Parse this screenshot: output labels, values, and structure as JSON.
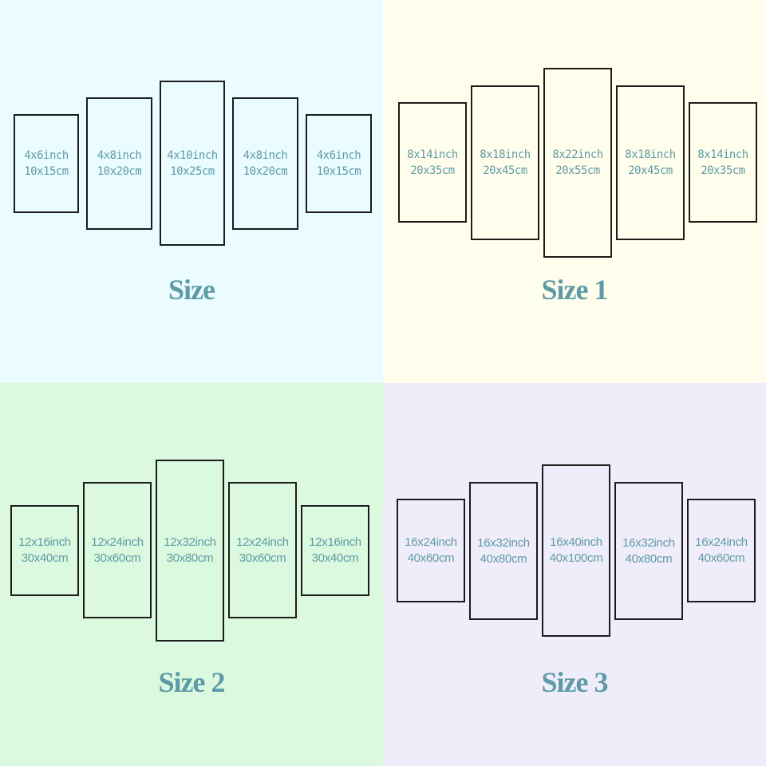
{
  "quadrants": [
    {
      "title": "Size",
      "background": "#eafcff",
      "panels": [
        {
          "inch": "4x6inch",
          "cm": "10x15cm"
        },
        {
          "inch": "4x8inch",
          "cm": "10x20cm"
        },
        {
          "inch": "4x10inch",
          "cm": "10x25cm"
        },
        {
          "inch": "4x8inch",
          "cm": "10x20cm"
        },
        {
          "inch": "4x6inch",
          "cm": "10x15cm"
        }
      ]
    },
    {
      "title": "Size 1",
      "background": "#fffeec",
      "panels": [
        {
          "inch": "8x14inch",
          "cm": "20x35cm"
        },
        {
          "inch": "8x18inch",
          "cm": "20x45cm"
        },
        {
          "inch": "8x22inch",
          "cm": "20x55cm"
        },
        {
          "inch": "8x18inch",
          "cm": "20x45cm"
        },
        {
          "inch": "8x14inch",
          "cm": "20x35cm"
        }
      ]
    },
    {
      "title": "Size 2",
      "background": "#dbf9de",
      "panels": [
        {
          "inch": "12x16inch",
          "cm": "30x40cm"
        },
        {
          "inch": "12x24inch",
          "cm": "30x60cm"
        },
        {
          "inch": "12x32inch",
          "cm": "30x80cm"
        },
        {
          "inch": "12x24inch",
          "cm": "30x60cm"
        },
        {
          "inch": "12x16inch",
          "cm": "30x40cm"
        }
      ]
    },
    {
      "title": "Size 3",
      "background": "#f0edfa",
      "panels": [
        {
          "inch": "16x24inch",
          "cm": "40x60cm"
        },
        {
          "inch": "16x32inch",
          "cm": "40x80cm"
        },
        {
          "inch": "16x40inch",
          "cm": "40x100cm"
        },
        {
          "inch": "16x32inch",
          "cm": "40x80cm"
        },
        {
          "inch": "16x24inch",
          "cm": "40x60cm"
        }
      ]
    }
  ],
  "colors": {
    "label": "#5f9aa7",
    "frame": "#1c1c1c"
  }
}
